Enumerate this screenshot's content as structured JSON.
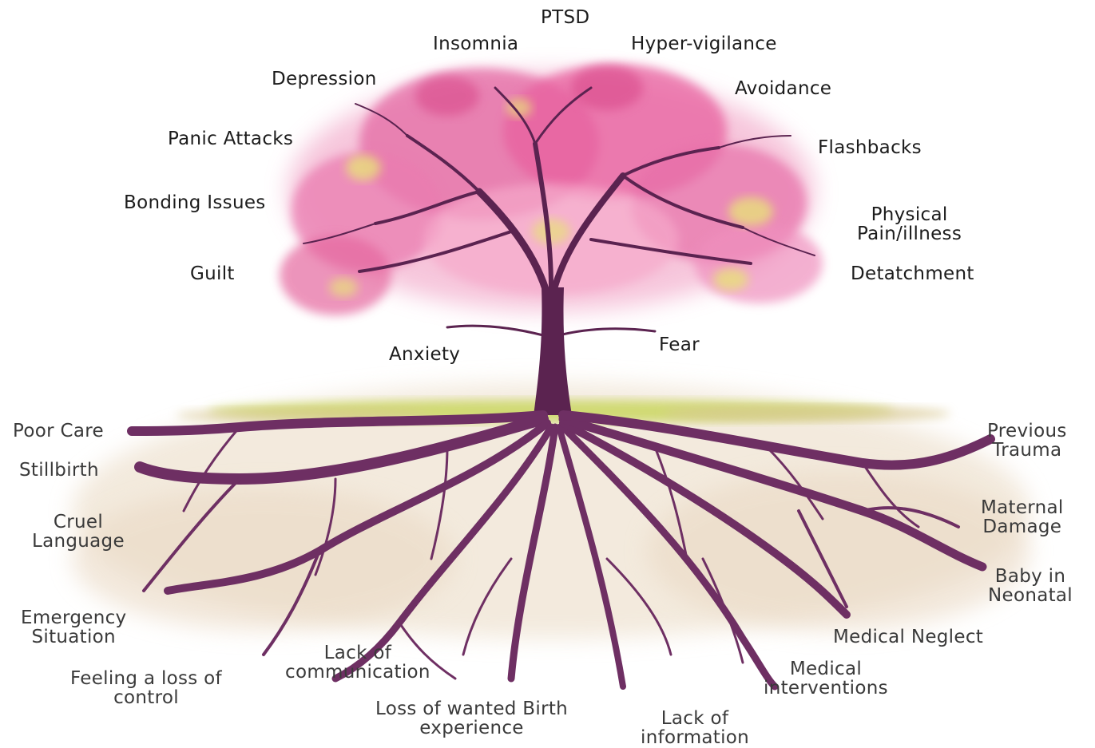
{
  "symptoms": {
    "ptsd": "PTSD",
    "insomnia": "Insomnia",
    "hyper_vigilance": "Hyper-vigilance",
    "depression": "Depression",
    "avoidance": "Avoidance",
    "panic_attacks": "Panic Attacks",
    "flashbacks": "Flashbacks",
    "bonding_issues": "Bonding Issues",
    "physical_pain_1": "Physical",
    "physical_pain_2": "Pain/illness",
    "guilt": "Guilt",
    "detachment": "Detatchment",
    "anxiety": "Anxiety",
    "fear": "Fear"
  },
  "causes": {
    "poor_care": "Poor Care",
    "stillbirth": "Stillbirth",
    "cruel_language_1": "Cruel",
    "cruel_language_2": "Language",
    "emergency_situation_1": "Emergency",
    "emergency_situation_2": "Situation",
    "feeling_loss_control_1": "Feeling a loss of",
    "feeling_loss_control_2": "control",
    "lack_communication_1": "Lack of",
    "lack_communication_2": "communication",
    "loss_birth_experience_1": "Loss of wanted Birth",
    "loss_birth_experience_2": "experience",
    "lack_information_1": "Lack of",
    "lack_information_2": "information",
    "medical_interventions_1": "Medical",
    "medical_interventions_2": "interventions",
    "medical_neglect": "Medical Neglect",
    "baby_neonatal_1": "Baby in",
    "baby_neonatal_2": "Neonatal",
    "maternal_damage_1": "Maternal",
    "maternal_damage_2": "Damage",
    "previous_trauma_1": "Previous",
    "previous_trauma_2": "Trauma"
  },
  "colors": {
    "blossom": "#e05a9a",
    "blossom_light": "#f2a6c8",
    "blossom_yellow": "#e8e07a",
    "trunk": "#5b2350",
    "roots": "#6e2f63",
    "grass": "#b9c94a",
    "soil": "#ead9c4"
  }
}
